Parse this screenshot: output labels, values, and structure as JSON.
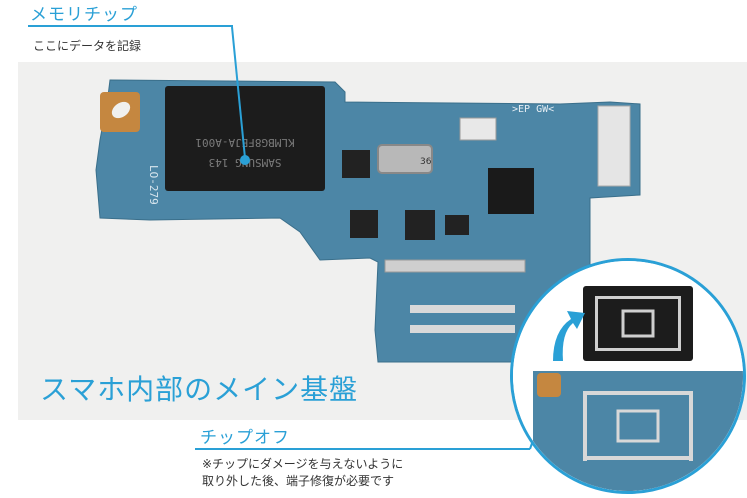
{
  "memory_chip": {
    "title": "メモリチップ",
    "note": "ここにデータを記録"
  },
  "board": {
    "title": "スマホ内部のメイン基盤",
    "chip_marking_1": "SAMSUNG 143",
    "chip_marking_2": "KLMBG8FEJA-A001",
    "board_label": "LO-279",
    "connector_label": ">EP GW<",
    "crystal_label": "36"
  },
  "chip_off": {
    "title": "チップオフ",
    "note_line1": "※チップにダメージを与えないように",
    "note_line2": "取り外した後、端子修復が必要です"
  },
  "colors": {
    "accent": "#2aa0d6",
    "pcb": "#4c86a6",
    "chip": "#1c1c1c"
  }
}
